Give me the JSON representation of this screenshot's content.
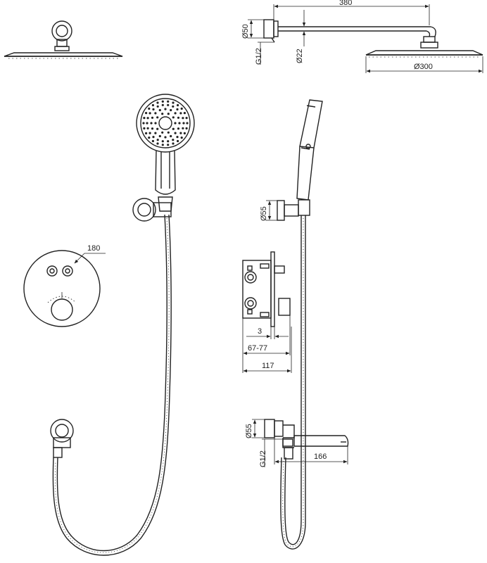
{
  "dimensions": {
    "arm_length": "380",
    "flange_dia": "Ø50",
    "thread_top": "G1/2",
    "pipe_dia": "Ø22",
    "head_dia": "Ø300",
    "holder_dia": "Ø55",
    "plate_dia": "180",
    "box_depth_small": "3",
    "box_depth_range": "67-77",
    "box_width": "117",
    "spout_flange_dia": "Ø55",
    "thread_bottom": "G1/2",
    "spout_length": "166"
  }
}
